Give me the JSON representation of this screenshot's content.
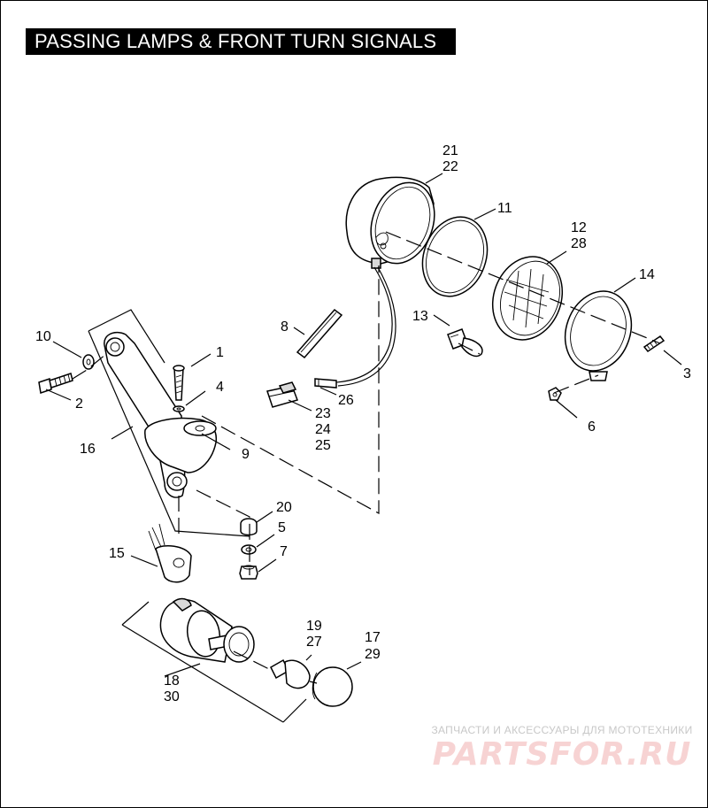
{
  "title": "PASSING LAMPS & FRONT TURN SIGNALS",
  "callouts": {
    "c1": "1",
    "c2": "2",
    "c3": "3",
    "c4": "4",
    "c5": "5",
    "c6": "6",
    "c7": "7",
    "c8": "8",
    "c9": "9",
    "c10": "10",
    "c11": "11",
    "c12": "12",
    "c13": "13",
    "c14": "14",
    "c15": "15",
    "c16": "16",
    "c17": "17",
    "c18": "18",
    "c19": "19",
    "c20": "20",
    "c21": "21",
    "c22": "22",
    "c23": "23",
    "c24": "24",
    "c25": "25",
    "c26": "26",
    "c27": "27",
    "c28": "28",
    "c29": "29",
    "c30": "30"
  },
  "watermark": {
    "tagline": "ЗАПЧАСТИ И АКСЕССУАРЫ ДЛЯ МОТОТЕХНИКИ",
    "logo": "PARTSFOR.RU"
  }
}
